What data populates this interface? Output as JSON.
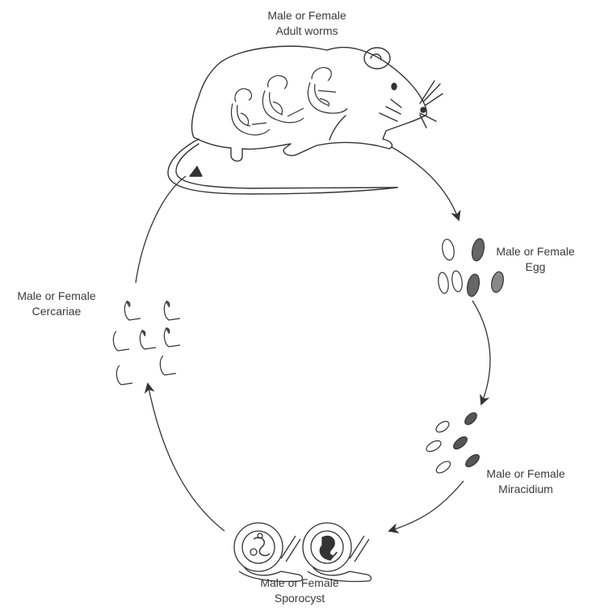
{
  "stages": {
    "adult_worms": {
      "line1": "Male or Female",
      "line2": "Adult worms"
    },
    "egg": {
      "line1": "Male or Female",
      "line2": "Egg"
    },
    "miracidium": {
      "line1": "Male or Female",
      "line2": "Miracidium"
    },
    "sporocyst": {
      "line1": "Male or Female",
      "line2": "Sporocyst"
    },
    "cercariae": {
      "line1": "Male or Female",
      "line2": "Cercariae"
    }
  },
  "colors": {
    "line": "#333333",
    "shaded": "#666666",
    "shaded_dark": "#4d4d4d",
    "background": "#ffffff"
  },
  "icons": [
    "rat-illustration",
    "adult-worm-icon",
    "egg-icon",
    "miracidium-icon",
    "snail-icon",
    "cercaria-icon",
    "cycle-arrow"
  ]
}
